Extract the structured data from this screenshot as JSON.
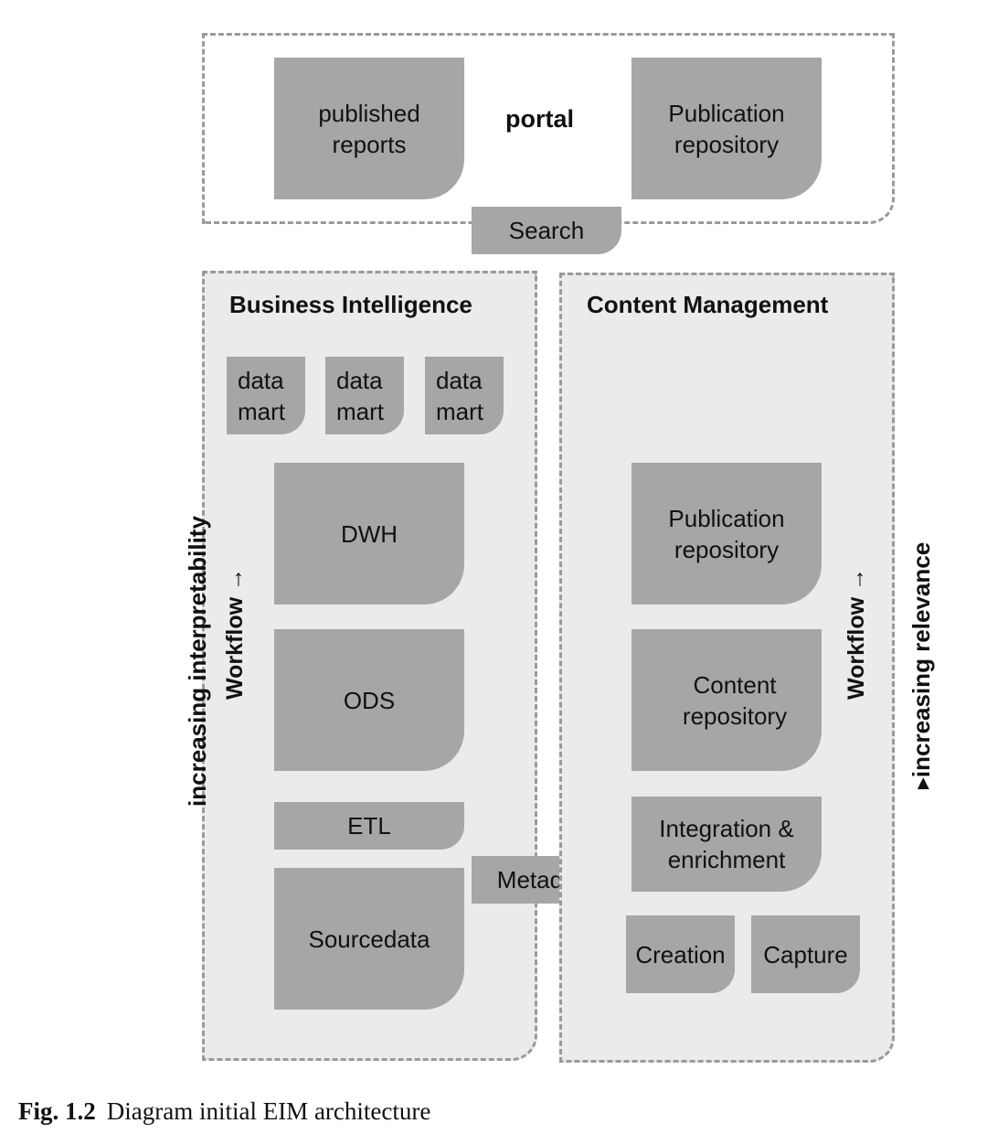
{
  "portal": {
    "title": "portal",
    "published_reports": "published\nreports",
    "publication_repository": "Publication\nrepository"
  },
  "search": "Search",
  "metadata": "Metadata",
  "business_intelligence": {
    "title": "Business Intelligence",
    "data_marts": [
      "data\nmart",
      "data\nmart",
      "data\nmart"
    ],
    "dwh": "DWH",
    "ods": "ODS",
    "etl": "ETL",
    "sourcedata": "Sourcedata",
    "workflow": "Workflow →"
  },
  "content_management": {
    "title": "Content Management",
    "publication_repository": "Publication\nrepository",
    "content_repository": "Content\nrepository",
    "integration": "Integration &\nenrichment",
    "creation": "Creation",
    "capture": "Capture",
    "workflow": "Workflow →"
  },
  "left_axis": "increasing interpretability",
  "right_axis": "▸increasing relevance",
  "caption": {
    "figure": "Fig. 1.2",
    "text": "Diagram initial EIM architecture"
  }
}
